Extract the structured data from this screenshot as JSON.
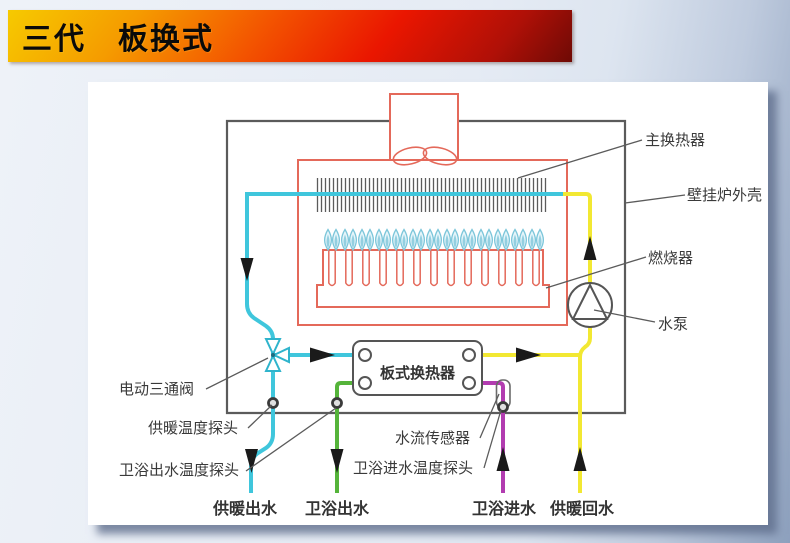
{
  "slide": {
    "title": "三代　板换式"
  },
  "diagram": {
    "labels": {
      "main_heat_exchanger": "主换热器",
      "boiler_shell": "壁挂炉外壳",
      "burner": "燃烧器",
      "water_pump": "水泵",
      "motorized_three_way_valve": "电动三通阀",
      "heating_temp_probe": "供暖温度探头",
      "dhw_outlet_temp_probe": "卫浴出水温度探头",
      "plate_heat_exchanger": "板式换热器",
      "water_flow_sensor": "水流传感器",
      "dhw_inlet_temp_probe": "卫浴进水温度探头",
      "heating_outlet": "供暖出水",
      "dhw_outlet": "卫浴出水",
      "dhw_inlet": "卫浴进水",
      "heating_return": "供暖回水"
    },
    "colors": {
      "heating_flow_pipe": "#3fc6dc",
      "dhw_outlet_pipe": "#55b43a",
      "dhw_inlet_pipe": "#b23cb0",
      "heating_return_pipe": "#f2e832",
      "boiler_red_outline": "#e4695a",
      "shell_gray_outline": "#5b5b5b",
      "flame_blue": "#7cc6da",
      "arrow_black": "#1a1a1a",
      "title_gradient_start": "#f6ca00",
      "title_gradient_end": "#6e0a05"
    }
  }
}
